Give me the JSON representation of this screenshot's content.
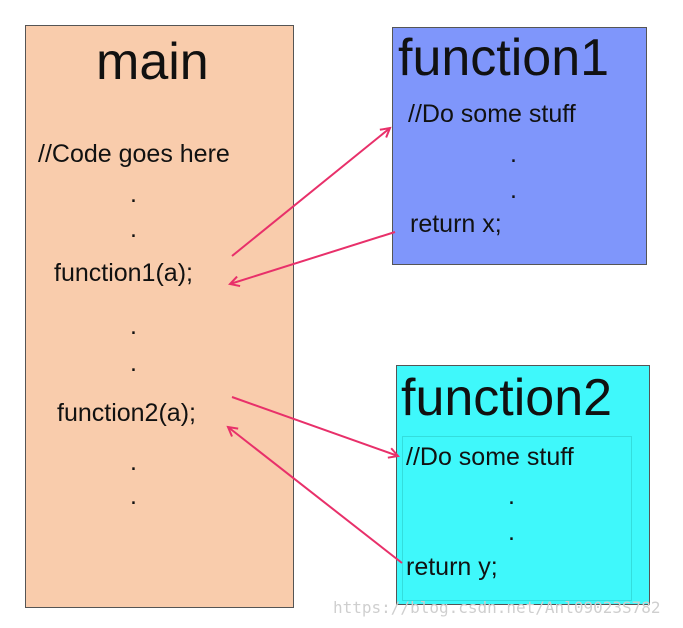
{
  "main": {
    "title": "main",
    "lines": [
      "//Code goes here",
      ".",
      ".",
      "function1(a);",
      ".",
      ".",
      "function2(a);",
      ".",
      "."
    ]
  },
  "function1": {
    "title": "function1",
    "lines": [
      "//Do some stuff",
      ".",
      ".",
      "return x;"
    ]
  },
  "function2": {
    "title": "function2",
    "lines": [
      "//Do some stuff",
      ".",
      ".",
      "return y;"
    ]
  },
  "colors": {
    "main_fill": "#f9ccac",
    "function1_fill": "#7f96fb",
    "function2_fill": "#3ff8fb",
    "arrow": "#e8306a"
  },
  "watermark": "https://blog.csdn.net/Anl09023S782"
}
